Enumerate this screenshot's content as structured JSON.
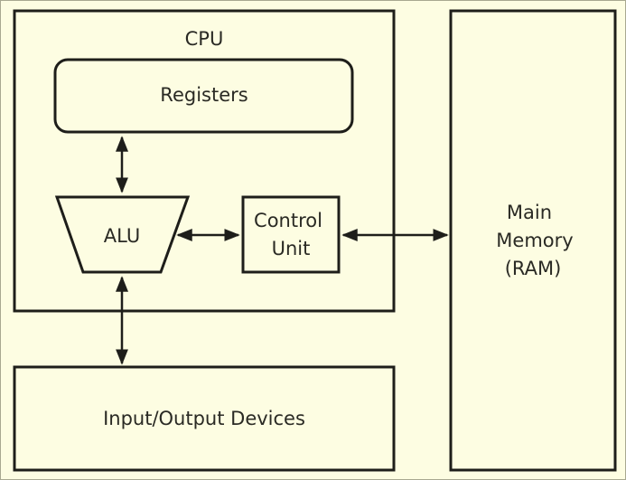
{
  "diagram": {
    "cpu": {
      "label": "CPU"
    },
    "registers": {
      "label": "Registers"
    },
    "alu": {
      "label": "ALU"
    },
    "control_unit": {
      "line1": "Control",
      "line2": "Unit"
    },
    "main_memory": {
      "line1": "Main",
      "line2": "Memory",
      "line3": "(RAM)"
    },
    "io_devices": {
      "label": "Input/Output Devices"
    },
    "connections": [
      {
        "from": "Registers",
        "to": "ALU",
        "direction": "bidirectional"
      },
      {
        "from": "ALU",
        "to": "Control Unit",
        "direction": "bidirectional"
      },
      {
        "from": "Control Unit",
        "to": "Main Memory (RAM)",
        "direction": "bidirectional"
      },
      {
        "from": "ALU",
        "to": "Input/Output Devices",
        "direction": "bidirectional"
      }
    ]
  },
  "colors": {
    "background": "#fdfde2",
    "stroke": "#1e1e1a",
    "text": "#2a2a24"
  }
}
